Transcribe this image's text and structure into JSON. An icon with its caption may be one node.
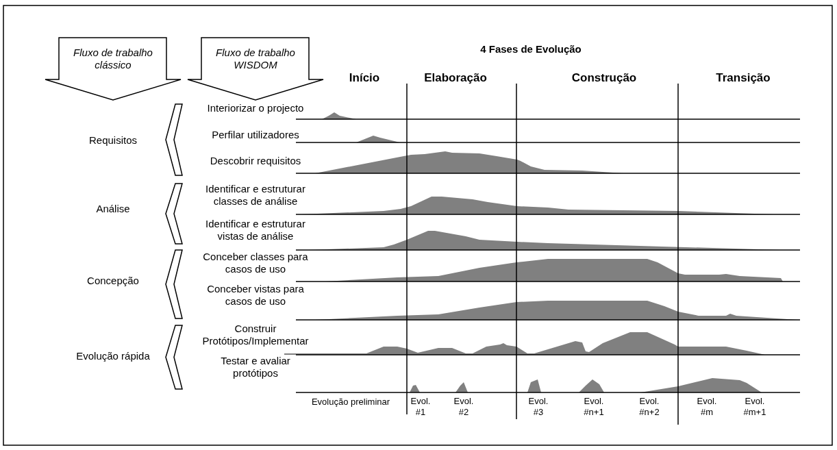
{
  "diagram": {
    "title": "4 Fases de Evolução",
    "nodes": [
      {
        "text": [
          "Fluxo de trabalho clássico"
        ]
      },
      {
        "text": [
          "Fluxo de trabalho WISDOM"
        ]
      }
    ],
    "labels": [
      "Início",
      "Elaboração",
      "Construção",
      "Transição",
      "Requisitos",
      "Interiorizar o projecto",
      "Perfilar utilizadores",
      "Descobrir requisitos",
      "Análise",
      "Identificar e estruturar classes de análise",
      "Identificar e estruturar vistas de análise",
      "Concepção",
      "Conceber classes para casos de uso",
      "Conceber vistas para casos de uso",
      "Evolução rápida",
      "Construir Protótipos/Implementar",
      "Testar e avaliar protótipos",
      "Evolução preliminar",
      "Evol. #1",
      "Evol. #2",
      "Evol. #3",
      "Evol. #n+1",
      "Evol. #n+2",
      "Evol. #m",
      "Evol. #m+1"
    ]
  }
}
